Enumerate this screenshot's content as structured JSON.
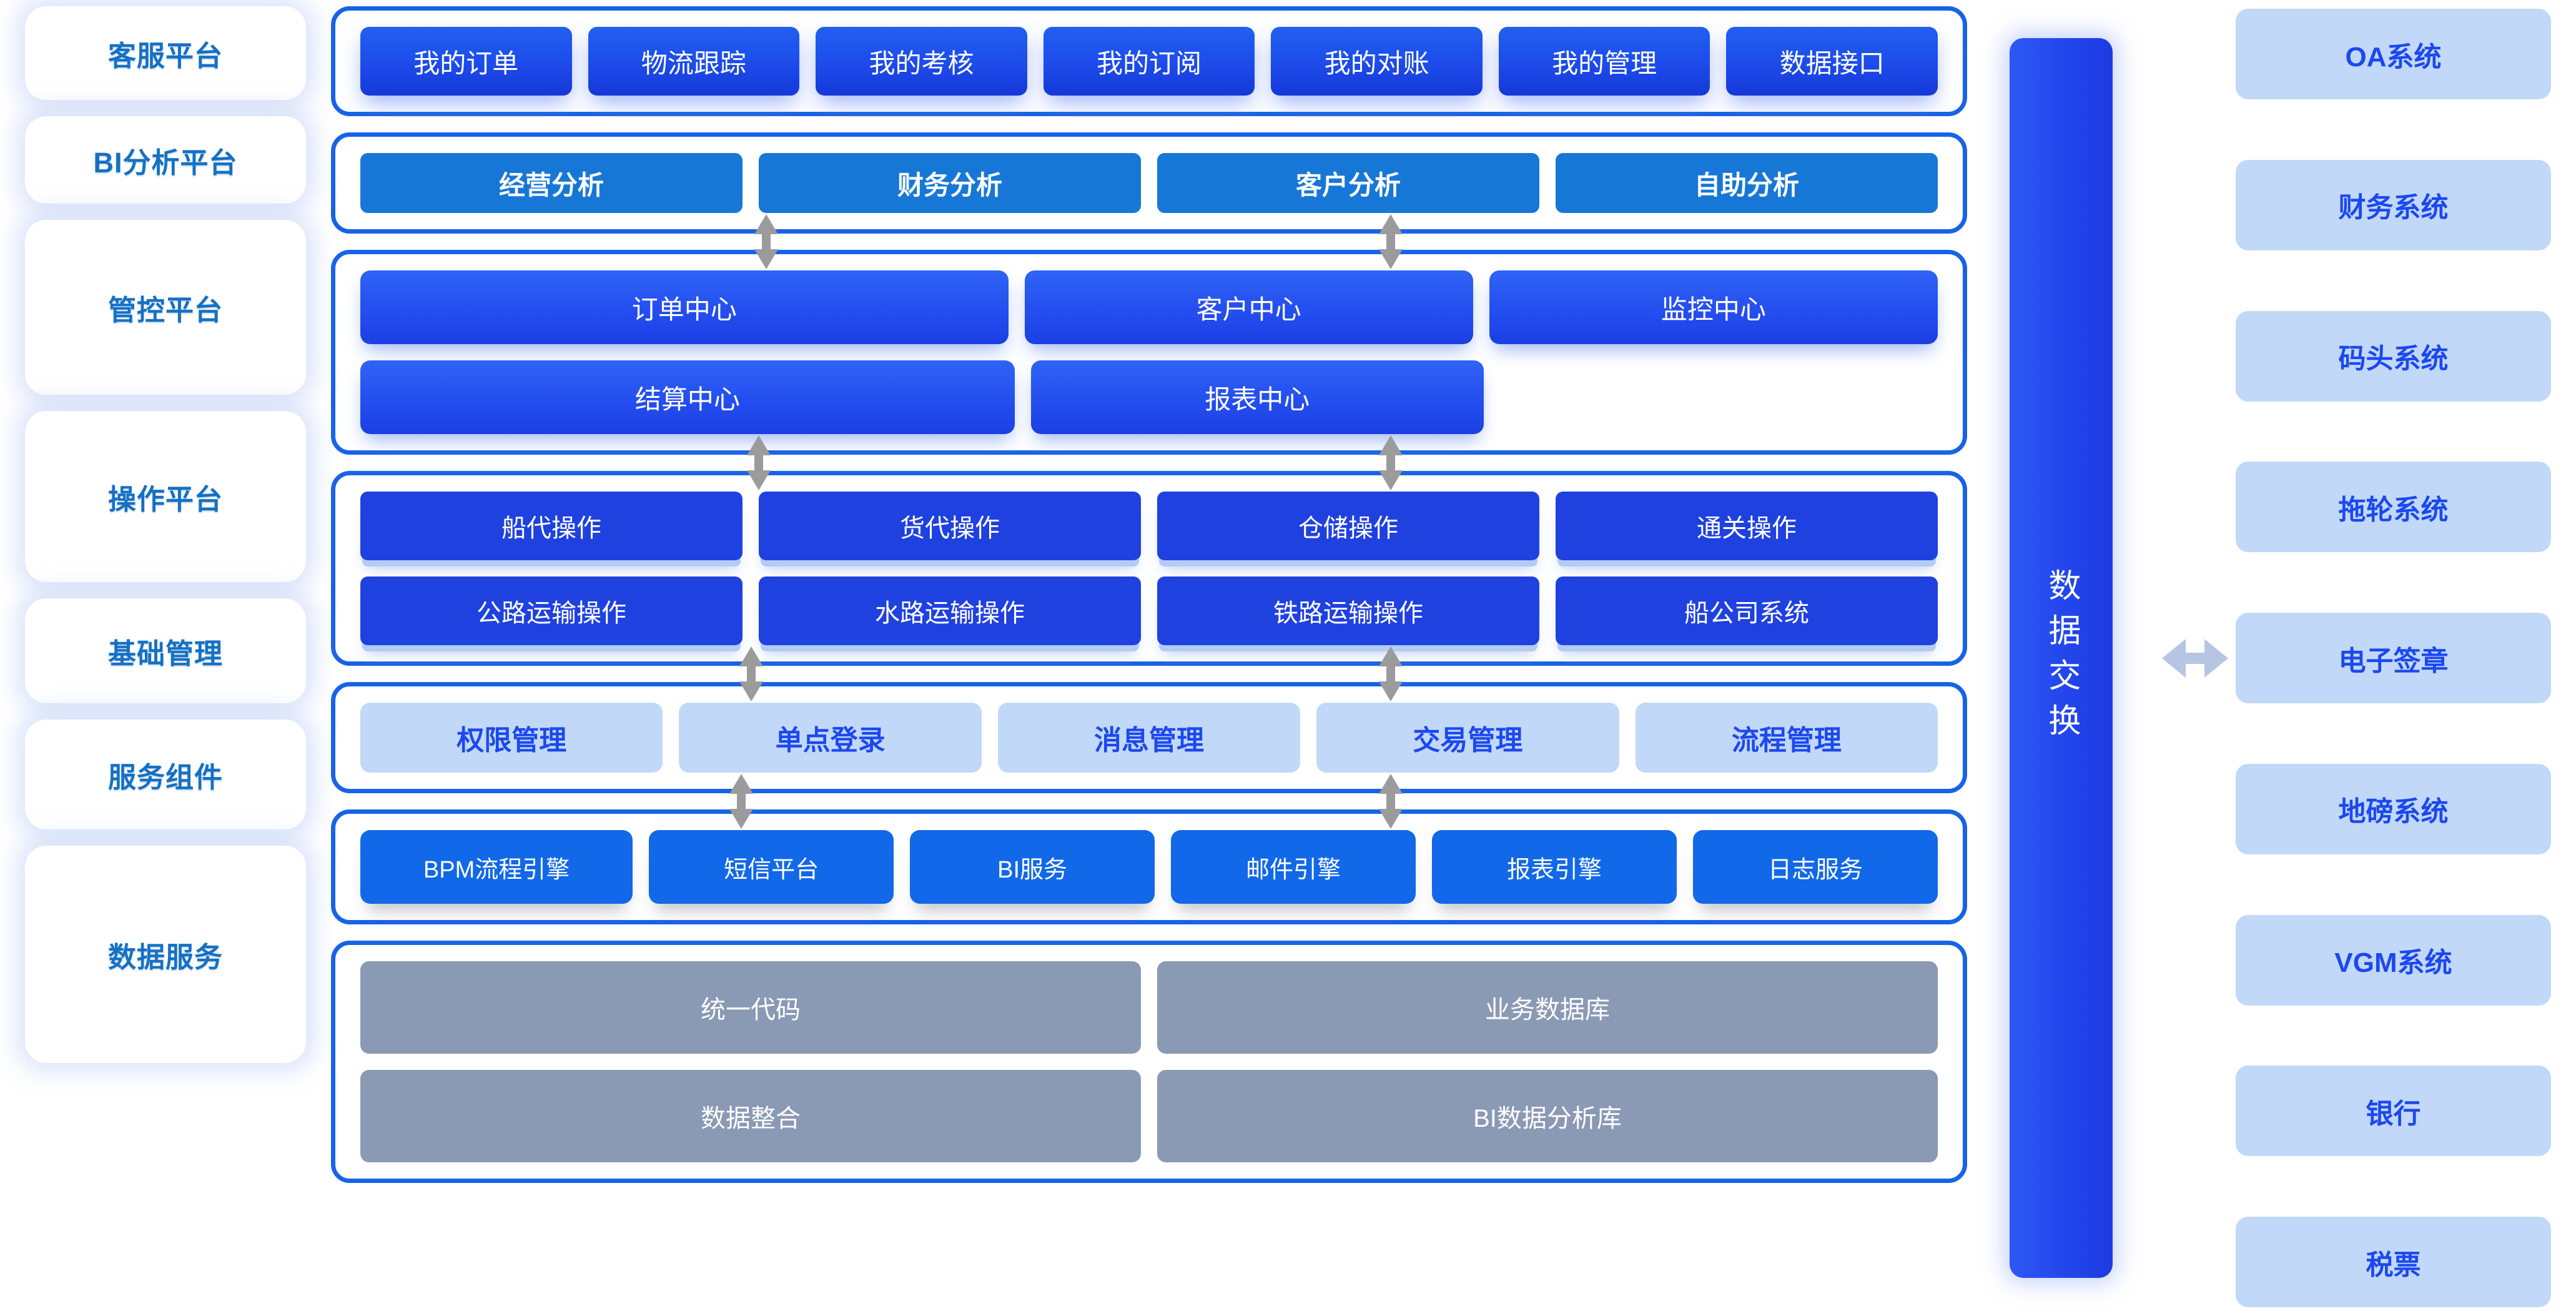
{
  "theme": {
    "accent_blue": "#1763e8",
    "deep_blue": "#1b3fe4",
    "light_blue": "#c2d8f8",
    "slate": "#8a99b4",
    "arrow_grey": "#9b9b9b",
    "label_blue": "#1471c4"
  },
  "sidebar": {
    "items": [
      {
        "label": "客服平台"
      },
      {
        "label": "BI分析平台"
      },
      {
        "label": "管控平台"
      },
      {
        "label": "操作平台"
      },
      {
        "label": "基础管理"
      },
      {
        "label": "服务组件"
      },
      {
        "label": "数据服务"
      }
    ]
  },
  "bands": {
    "customer_service": {
      "name": "客服平台",
      "tiles": [
        "我的订单",
        "物流跟踪",
        "我的考核",
        "我的订阅",
        "我的对账",
        "我的管理",
        "数据接口"
      ]
    },
    "bi_platform": {
      "name": "BI分析平台",
      "tiles": [
        "经营分析",
        "财务分析",
        "客户分析",
        "自助分析"
      ]
    },
    "control_platform": {
      "name": "管控平台",
      "row1": [
        "订单中心",
        "客户中心",
        "监控中心"
      ],
      "row2": [
        "结算中心",
        "报表中心"
      ]
    },
    "operation_platform": {
      "name": "操作平台",
      "row1": [
        "船代操作",
        "货代操作",
        "仓储操作",
        "通关操作"
      ],
      "row2": [
        "公路运输操作",
        "水路运输操作",
        "铁路运输操作",
        "船公司系统"
      ]
    },
    "basic_management": {
      "name": "基础管理",
      "tiles": [
        "权限管理",
        "单点登录",
        "消息管理",
        "交易管理",
        "流程管理"
      ]
    },
    "service_components": {
      "name": "服务组件",
      "tiles": [
        "BPM流程引擎",
        "短信平台",
        "BI服务",
        "邮件引擎",
        "报表引擎",
        "日志服务"
      ]
    },
    "data_service": {
      "name": "数据服务",
      "row1": [
        "统一代码",
        "业务数据库"
      ],
      "row2": [
        "数据整合",
        "BI数据分析库"
      ]
    }
  },
  "exchange": {
    "label": "数据交换"
  },
  "external_systems": {
    "items": [
      {
        "label": "OA系统"
      },
      {
        "label": "财务系统"
      },
      {
        "label": "码头系统"
      },
      {
        "label": "拖轮系统"
      },
      {
        "label": "电子签章"
      },
      {
        "label": "地磅系统"
      },
      {
        "label": "VGM系统"
      },
      {
        "label": "银行"
      },
      {
        "label": "税票"
      }
    ]
  }
}
